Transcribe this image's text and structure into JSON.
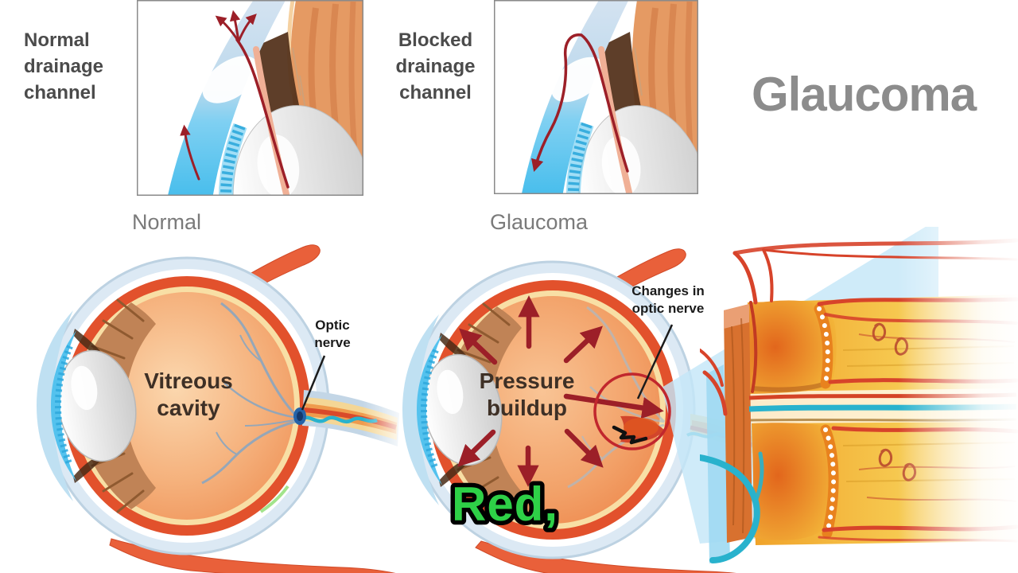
{
  "colors": {
    "background": "#ffffff",
    "title_gray": "#8c8c8c",
    "label_gray": "#4b4b4b",
    "caption_gray": "#7a7a7a",
    "anatomy_label_brown": "#3e3026",
    "pointer_black": "#1b1b1b",
    "arrow_red": "#9c1f28",
    "highlight_circle_red": "#c1272d",
    "subtitle_green": "#2ed047",
    "subtitle_outline": "#000000",
    "eye_orange": "#ef9055",
    "cornea_blue": "#54c2ee"
  },
  "header": {
    "title": "Glaucoma"
  },
  "top_panels": {
    "normal": {
      "label": "Normal\ndrainage\nchannel",
      "caption": "Normal"
    },
    "blocked": {
      "label": "Blocked\ndrainage\nchannel",
      "caption": "Glaucoma"
    }
  },
  "eye_normal": {
    "cavity_label": "Vitreous\ncavity",
    "nerve_label": "Optic\nnerve"
  },
  "eye_glaucoma": {
    "pressure_label": "Pressure\nbuildup",
    "changes_label": "Changes in\noptic nerve"
  },
  "subtitle": {
    "text": "Red,"
  }
}
